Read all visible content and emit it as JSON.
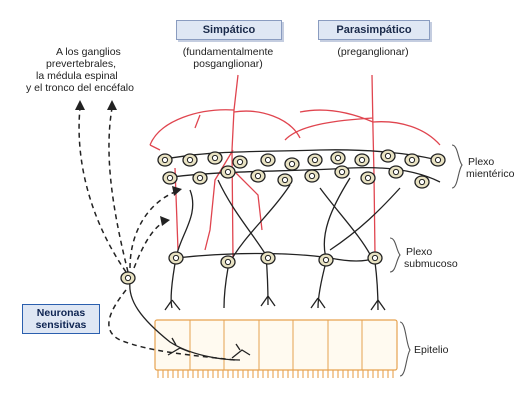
{
  "diagram": {
    "sympathetic": {
      "title": "Simpático",
      "note_line1": "(fundamentalmente",
      "note_line2": "posganglionar)"
    },
    "parasympathetic": {
      "title": "Parasimpático",
      "note": "(preganglionar)"
    },
    "projection": {
      "line1": "A los ganglios",
      "line2": "prevertebrales,",
      "line3": "la médula espinal",
      "line4": "y el tronco del encéfalo"
    },
    "sensory": {
      "line1": "Neuronas",
      "line2": "sensitivas"
    },
    "myenteric": {
      "line1": "Plexo",
      "line2": "mientérico"
    },
    "submucosal": {
      "line1": "Plexo",
      "line2": "submucoso"
    },
    "epithelium": {
      "label": "Epitelio"
    },
    "colors": {
      "nerve_red": "#e0454f",
      "neuron_fill": "#e9e3c3",
      "epithelium": "#e6a24f",
      "box_blue": "#dfe7f4"
    }
  }
}
